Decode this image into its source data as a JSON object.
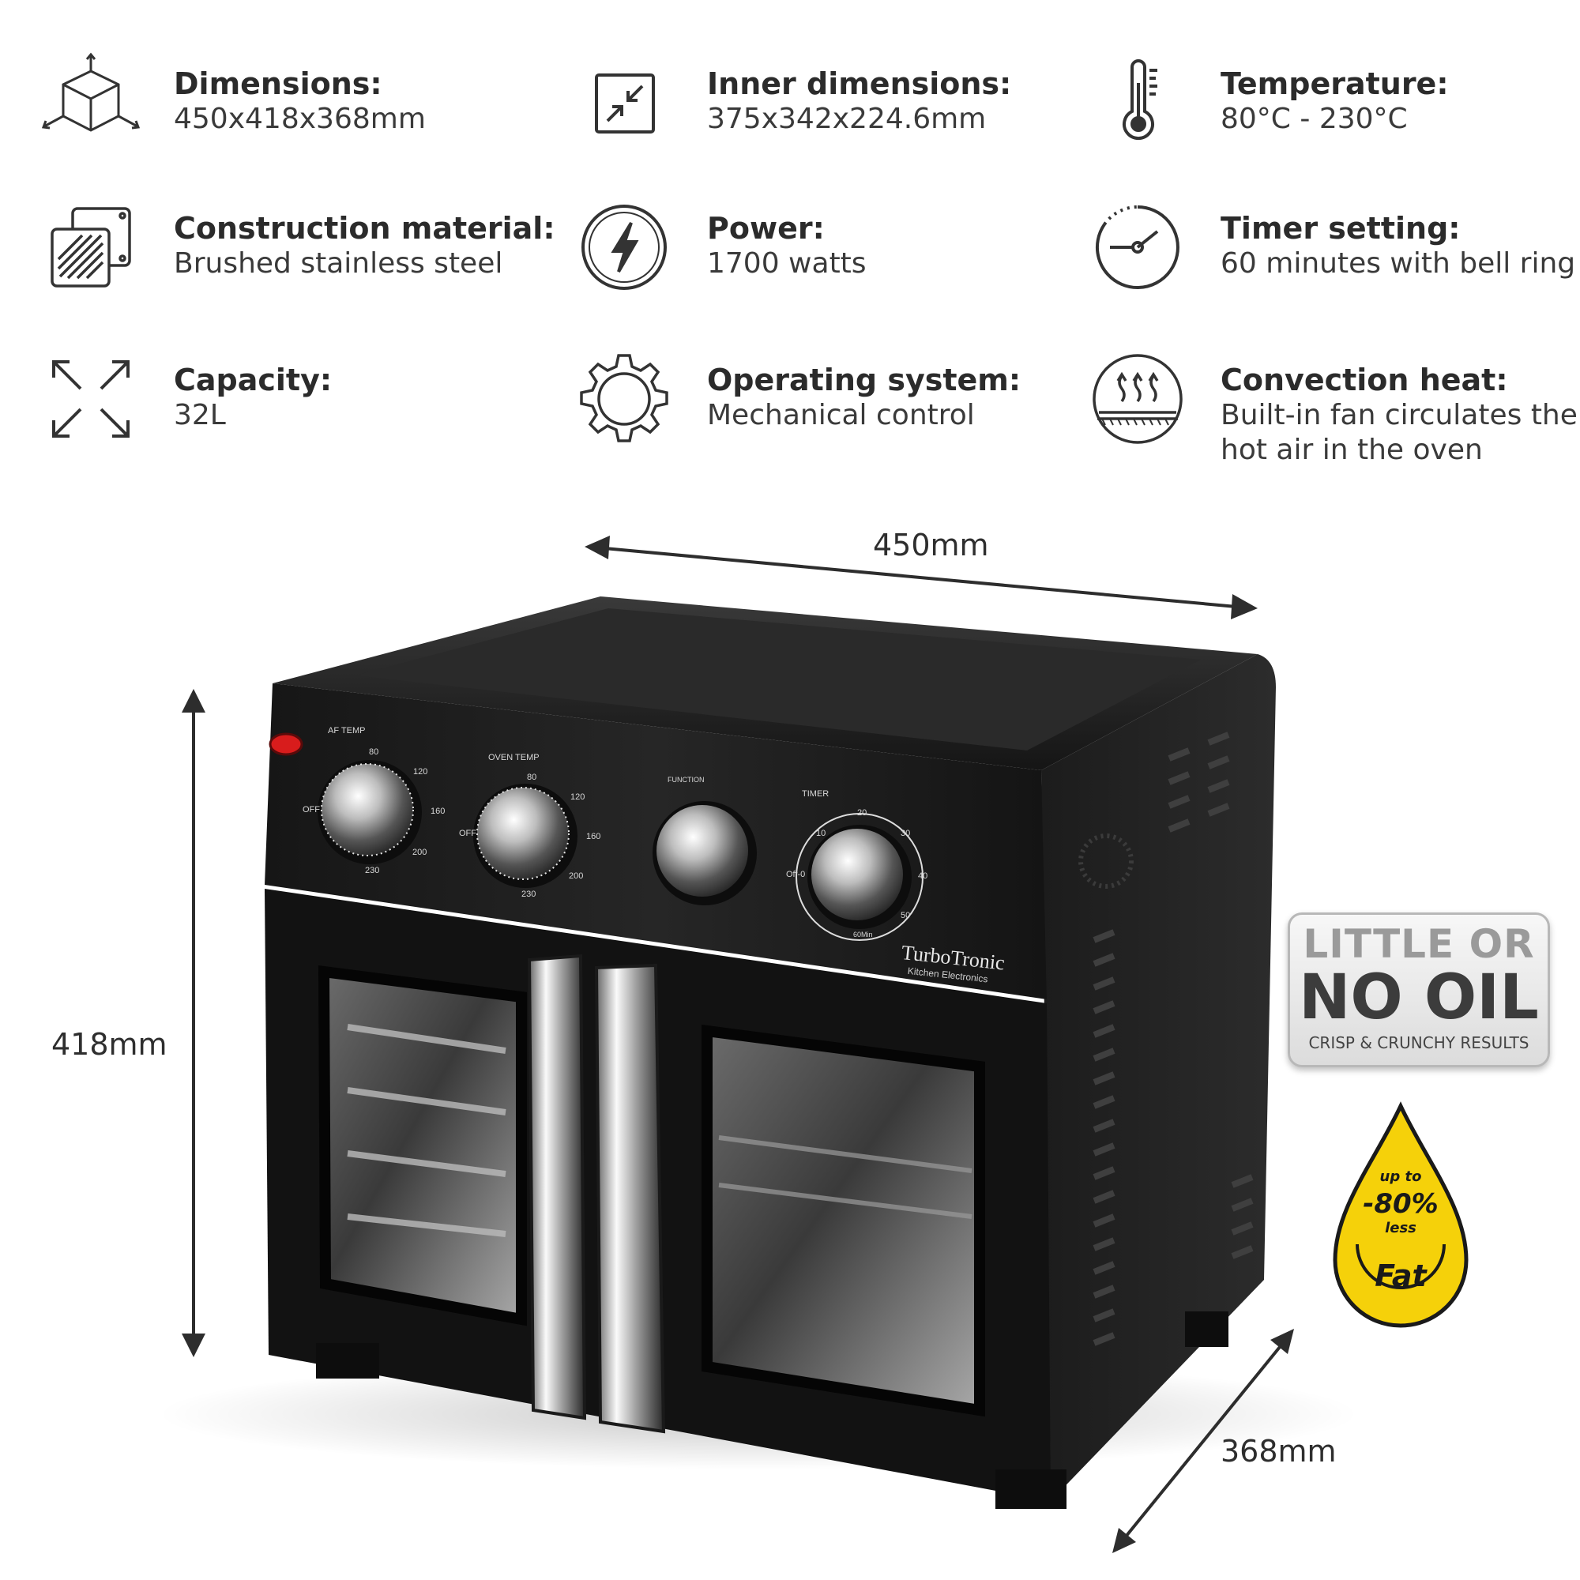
{
  "specs": [
    {
      "label": "Dimensions:",
      "value": "450x418x368mm",
      "icon": "cube-icon"
    },
    {
      "label": "Inner dimensions:",
      "value": "375x342x224.6mm",
      "icon": "shrink-arrows-icon"
    },
    {
      "label": "Temperature:",
      "value": "80°C - 230°C",
      "icon": "thermometer-icon"
    },
    {
      "label": "Construction material:",
      "value": "Brushed stainless steel",
      "icon": "steel-plates-icon"
    },
    {
      "label": "Power:",
      "value": "1700 watts",
      "icon": "lightning-icon"
    },
    {
      "label": "Timer setting:",
      "value": "60 minutes with bell ring",
      "icon": "timer-icon"
    },
    {
      "label": "Capacity:",
      "value": "32L",
      "icon": "expand-arrows-icon"
    },
    {
      "label": "Operating system:",
      "value": "Mechanical control",
      "icon": "gear-icon"
    },
    {
      "label": "Convection heat:",
      "value_line1": "Built-in fan circulates the",
      "value_line2": "hot air in the oven",
      "icon": "convection-heat-icon"
    }
  ],
  "dimensions": {
    "width": "450mm",
    "height": "418mm",
    "depth": "368mm"
  },
  "oven": {
    "knob_labels": {
      "af_temp": "AF TEMP",
      "oven_temp": "OVEN TEMP",
      "function": "FUNCTION",
      "timer": "TIMER"
    },
    "temp_marks": [
      "OFF",
      "80",
      "120",
      "160",
      "200",
      "230"
    ],
    "timer_marks": [
      "Off-0",
      "10",
      "20",
      "30",
      "40",
      "50",
      "60Min"
    ],
    "brand": "TurboTronic",
    "brand_sub": "Kitchen Electronics"
  },
  "badge_oil": {
    "line1": "LITTLE OR",
    "line2": "NO OIL",
    "line3": "CRISP & CRUNCHY RESULTS"
  },
  "badge_fat": {
    "up_to": "up to",
    "percent": "-80%",
    "less": "less",
    "fat": "Fat"
  },
  "colors": {
    "oven_body": "#1b1b1b",
    "badge_yellow": "#f5d10a",
    "text_dark": "#2b2b2b"
  }
}
